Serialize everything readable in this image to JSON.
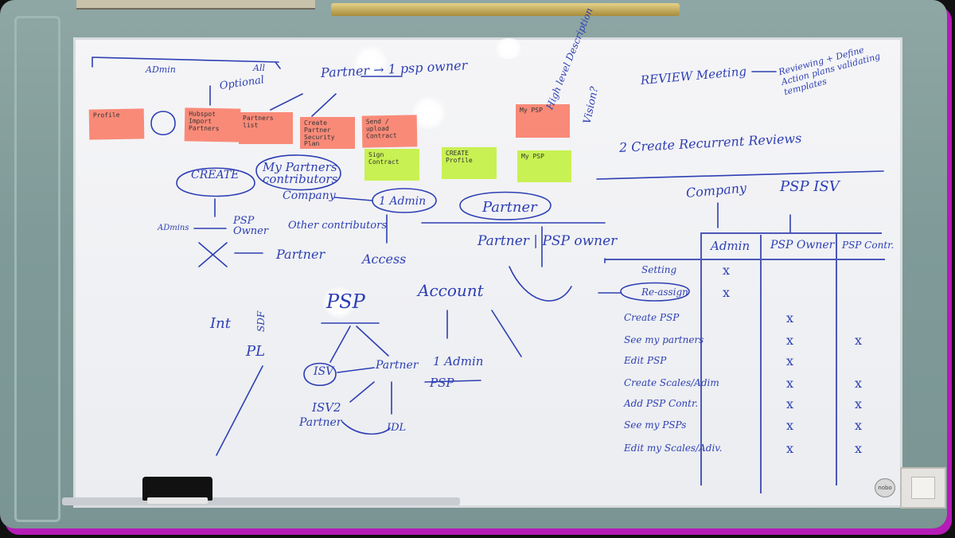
{
  "stickies": {
    "profile": "Profile",
    "hubspot": "Hubspot Import Partners",
    "partners_list": "Partners list",
    "create_partner": "Create Partner Security Plan",
    "send_upload": "Send / upload Contract",
    "my_psp_top": "My PSP",
    "sign_contract": "Sign Contract",
    "create_profile": "CREATE Profile",
    "my_psp_bottom": "My PSP"
  },
  "whiteboard": {
    "admin": "ADmin",
    "all": "All",
    "optional": "Optional",
    "partner_owner": "Partner → 1 psp owner",
    "high_level": "High level Description",
    "vision": "Vision?",
    "review_meeting": "REVIEW Meeting",
    "review_notes": "Reviewing + Define Action plans validating templates",
    "create_recurrent": "2 Create Recurrent Reviews",
    "create": "CREATE",
    "my_partners": "My Partners contributors",
    "company": "Company",
    "one_admin": "1 Admin",
    "partner_circle": "Partner",
    "psp_owner": "PSP Owner",
    "admins": "ADmins",
    "other_contributors": "Other contributors",
    "partner_access": "Partner",
    "access": "Access",
    "partner_psp": "Partner | PSP owner",
    "company_right": "Company",
    "psp_isv": "PSP ISV",
    "account": "Account",
    "one_admin_2": "1 Admin",
    "psp_2": "PSP",
    "psp_center": "PSP",
    "isv": "ISV",
    "partner_center": "Partner",
    "isv2": "ISV2",
    "partner_2": "Partner",
    "idl": "IDL",
    "int": "Int",
    "sdf": "SDF",
    "pl": "PL"
  },
  "table": {
    "headers": [
      "Admin",
      "PSP Owner",
      "PSP Contr."
    ],
    "rows": [
      {
        "label": "Setting",
        "marks": [
          "x",
          "",
          ""
        ]
      },
      {
        "label": "Re-assign",
        "marks": [
          "x",
          "",
          ""
        ]
      },
      {
        "label": "Create PSP",
        "marks": [
          "",
          "x",
          ""
        ]
      },
      {
        "label": "See my partners",
        "marks": [
          "",
          "x",
          "x"
        ]
      },
      {
        "label": "Edit PSP",
        "marks": [
          "",
          "x",
          ""
        ]
      },
      {
        "label": "Create Scales/Adim",
        "marks": [
          "",
          "x",
          "x"
        ]
      },
      {
        "label": "Add PSP Contr.",
        "marks": [
          "",
          "x",
          "x"
        ]
      },
      {
        "label": "See my PSPs",
        "marks": [
          "",
          "x",
          "x"
        ]
      },
      {
        "label": "Edit my Scales/Adiv.",
        "marks": [
          "",
          "x",
          "x"
        ]
      }
    ]
  },
  "misc": {
    "nobo": "nobo"
  }
}
